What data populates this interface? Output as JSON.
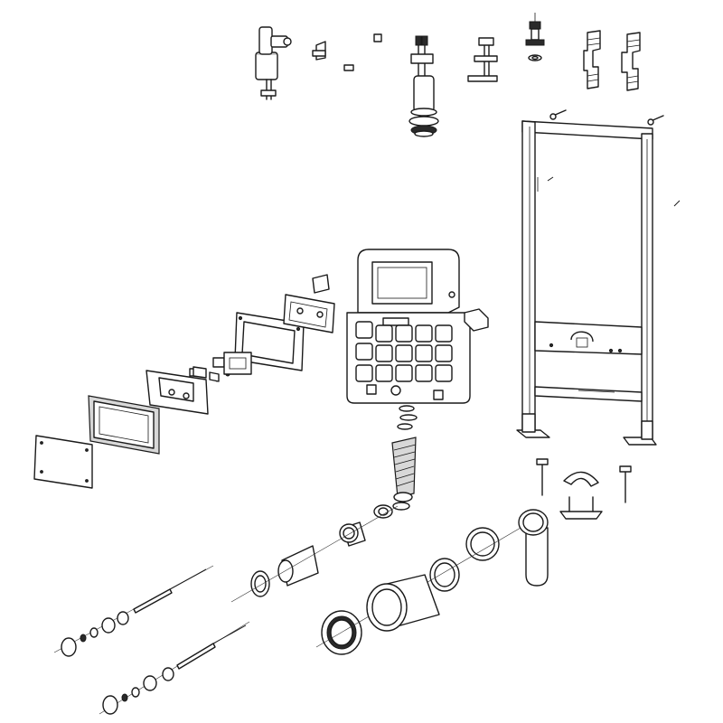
{
  "diagram": {
    "background": "#ffffff",
    "line_color": "#1a1a1a",
    "components": [
      {
        "id": "fill-valve"
      },
      {
        "id": "valve-clip"
      },
      {
        "id": "flexible-hose"
      },
      {
        "id": "flush-valve"
      },
      {
        "id": "actuator-rod"
      },
      {
        "id": "connector-fitting"
      },
      {
        "id": "frame-brackets"
      },
      {
        "id": "mounting-frame"
      },
      {
        "id": "cistern-tank"
      },
      {
        "id": "cover-plate"
      },
      {
        "id": "inspection-box"
      },
      {
        "id": "button-carrier"
      },
      {
        "id": "inner-frame"
      },
      {
        "id": "mounting-plate"
      },
      {
        "id": "small-brackets"
      },
      {
        "id": "flush-pipe"
      },
      {
        "id": "pipe-seals"
      },
      {
        "id": "drain-bend"
      },
      {
        "id": "pan-connector"
      },
      {
        "id": "wall-anchor-bolts"
      },
      {
        "id": "pipe-clamp"
      }
    ]
  }
}
